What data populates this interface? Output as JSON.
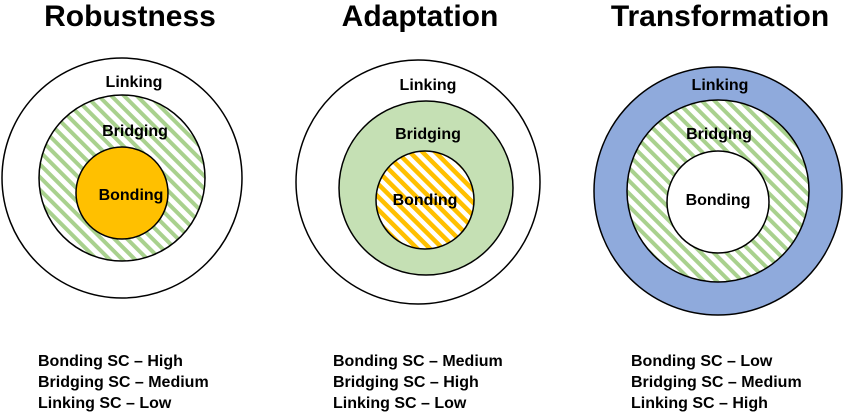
{
  "panels": [
    {
      "title": "Robustness",
      "labels": {
        "outer": "Linking",
        "middle": "Bridging",
        "inner": "Bonding"
      },
      "fills": {
        "outer": "white",
        "middle": "green-hatch",
        "inner": "orange"
      },
      "legend": [
        "Bonding SC – High",
        "Bridging SC – Medium",
        "Linking SC – Low"
      ]
    },
    {
      "title": "Adaptation",
      "labels": {
        "outer": "Linking",
        "middle": "Bridging",
        "inner": "Bonding"
      },
      "fills": {
        "outer": "white",
        "middle": "green",
        "inner": "orange-hatch"
      },
      "legend": [
        "Bonding SC – Medium",
        "Bridging SC – High",
        "Linking SC – Low"
      ]
    },
    {
      "title": "Transformation",
      "labels": {
        "outer": "Linking",
        "middle": "Bridging",
        "inner": "Bonding"
      },
      "fills": {
        "outer": "blue",
        "middle": "green-hatch",
        "inner": "white"
      },
      "legend": [
        "Bonding SC – Low",
        "Bridging SC – Medium",
        "Linking SC – High"
      ]
    }
  ],
  "colors": {
    "orange": "#FFC000",
    "green": "#C5E0B4",
    "green_hatch": "#A9D18E",
    "orange_hatch": "#FFC000",
    "blue": "#8FAADC",
    "stroke": "#000000"
  }
}
